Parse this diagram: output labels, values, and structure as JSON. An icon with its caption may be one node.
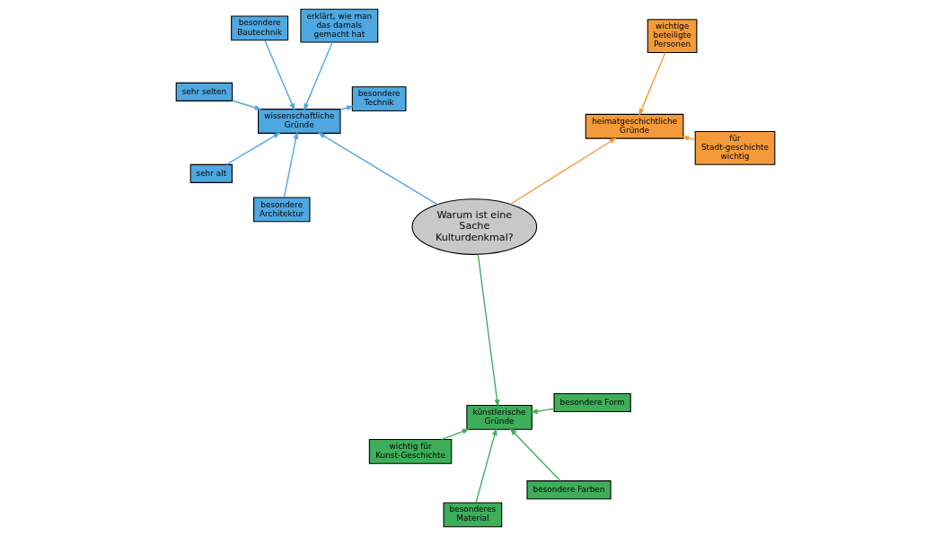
{
  "diagram": {
    "nodes": [
      {
        "text": [
          "Warum ist eine Sache Kulturdenkmal?"
        ]
      },
      {
        "text": [
          "wissenschaftliche Gründe"
        ]
      },
      {
        "text": [
          "besondere Architektur"
        ]
      },
      {
        "text": [
          "besondere Bautechnik"
        ]
      },
      {
        "text": [
          "erklärt, wie man das damals gemacht hat"
        ]
      },
      {
        "text": [
          "sehr selten"
        ]
      },
      {
        "text": [
          "sehr alt"
        ]
      },
      {
        "text": [
          "besondere Technik"
        ]
      },
      {
        "text": [
          "künstlerische Gründe"
        ]
      },
      {
        "text": [
          "besondere Farben"
        ]
      },
      {
        "text": [
          "besonderes Material"
        ]
      },
      {
        "text": [
          "wichtig für Kunst-Geschichte"
        ]
      },
      {
        "text": [
          "besondere Form"
        ]
      },
      {
        "text": [
          "heimatgeschichtliche Gründe"
        ]
      },
      {
        "text": [
          "wichtige beteiligte Personen"
        ]
      },
      {
        "text": [
          "für Stadt-geschichte wichtig"
        ]
      }
    ],
    "edges": [
      {
        "from": 0,
        "to": 1,
        "arrow": "to"
      },
      {
        "from": 2,
        "to": 1,
        "arrow": "to"
      },
      {
        "from": 3,
        "to": 1,
        "arrow": "to"
      },
      {
        "from": 4,
        "to": 1,
        "arrow": "to"
      },
      {
        "from": 5,
        "to": 1,
        "arrow": "to"
      },
      {
        "from": 6,
        "to": 1,
        "arrow": "to"
      },
      {
        "from": 1,
        "to": 7,
        "arrow": "to"
      },
      {
        "from": 0,
        "to": 8,
        "arrow": "to",
        "color": "#3fae5a"
      },
      {
        "from": 9,
        "to": 8,
        "arrow": "to",
        "color": "#3fae5a"
      },
      {
        "from": 10,
        "to": 8,
        "arrow": "to",
        "color": "#3fae5a"
      },
      {
        "from": 11,
        "to": 8,
        "arrow": "to",
        "color": "#3fae5a"
      },
      {
        "from": 12,
        "to": 8,
        "arrow": "to",
        "color": "#3fae5a"
      },
      {
        "from": 0,
        "to": 13,
        "arrow": "to",
        "color": "#f39a3a"
      },
      {
        "from": 14,
        "to": 13,
        "arrow": "to",
        "color": "#f39a3a"
      },
      {
        "from": 15,
        "to": 13,
        "arrow": "to",
        "color": "#f39a3a"
      }
    ]
  }
}
